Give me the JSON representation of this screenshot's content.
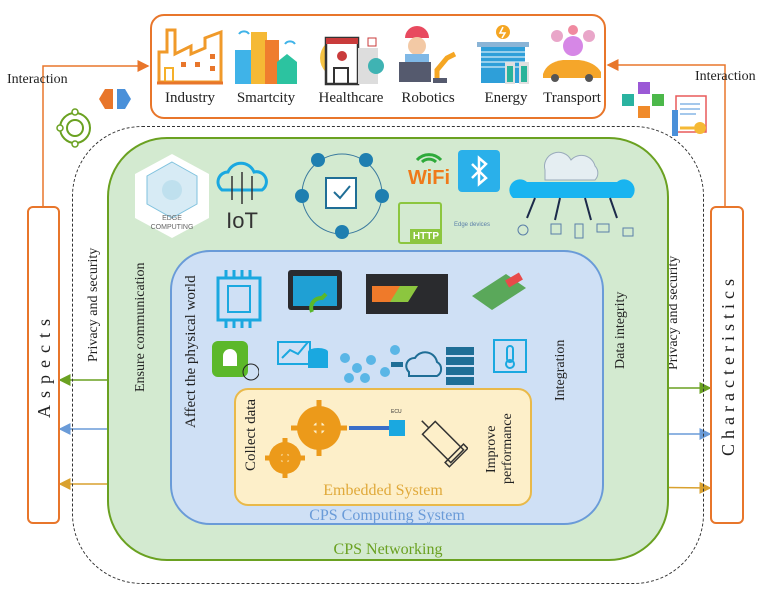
{
  "applications": [
    {
      "label": "Industry",
      "icon": "factory-icon"
    },
    {
      "label": "Smartcity",
      "icon": "city-buildings-icon"
    },
    {
      "label": "Healthcare",
      "icon": "hospital-icon"
    },
    {
      "label": "Robotics",
      "icon": "robot-arm-worker-icon"
    },
    {
      "label": "Energy",
      "icon": "energy-storage-icon"
    },
    {
      "label": "Transport",
      "icon": "smart-car-icon"
    }
  ],
  "left_panel": {
    "title": "Aspects",
    "interaction_label": "Interaction",
    "privacy_label": "Privacy and security"
  },
  "right_panel": {
    "title": "Characteristics",
    "interaction_label": "Interaction",
    "privacy_label": "Privacy and security"
  },
  "layers": {
    "networking": {
      "title": "CPS Networking",
      "left_label": "Ensure communication",
      "right_label": "Data integrity",
      "color": "#6aa121"
    },
    "computing": {
      "title": "CPS Computing System",
      "left_label": "Affect the physical world",
      "right_label": "Integration",
      "color": "#6a9bd8"
    },
    "embedded": {
      "title": "Embedded System",
      "left_label": "Collect data",
      "right_label_1": "Improve",
      "right_label_2": "performance",
      "ecu_label": "ECU",
      "color": "#e9a93a"
    }
  },
  "network_icons": {
    "edge_label_1": "EDGE",
    "edge_label_2": "COMPUTING",
    "iot_label": "IoT",
    "wifi_label": "WiFi",
    "http_label": "HTTP",
    "edge_devices_label": "Edge devices"
  },
  "colors": {
    "orange": "#e8762b",
    "green": "#6aa121",
    "blue": "#6a9bd8",
    "gold": "#d9a12e"
  }
}
